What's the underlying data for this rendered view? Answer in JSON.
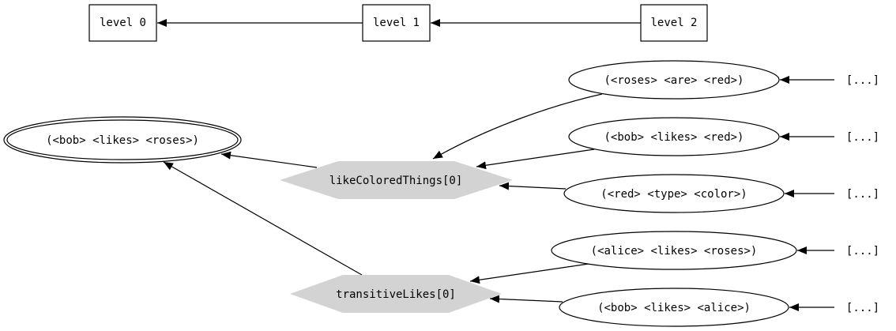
{
  "levels": {
    "level0": "level 0",
    "level1": "level 1",
    "level2": "level 2"
  },
  "nodes": {
    "bob_likes_roses": "(<bob> <likes> <roses>)",
    "likeColoredThings": "likeColoredThings[0]",
    "transitiveLikes": "transitiveLikes[0]",
    "roses_are_red": "(<roses> <are> <red>)",
    "bob_likes_red": "(<bob> <likes> <red>)",
    "red_type_color": "(<red> <type> <color>)",
    "alice_likes_roses": "(<alice> <likes> <roses>)",
    "bob_likes_alice": "(<bob> <likes> <alice>)"
  },
  "ellipsis": {
    "e1": "[...]",
    "e2": "[...]",
    "e3": "[...]",
    "e4": "[...]",
    "e5": "[...]"
  },
  "colors": {
    "rule_fill": "#d3d3d3",
    "stroke": "#000000",
    "background": "#ffffff"
  }
}
